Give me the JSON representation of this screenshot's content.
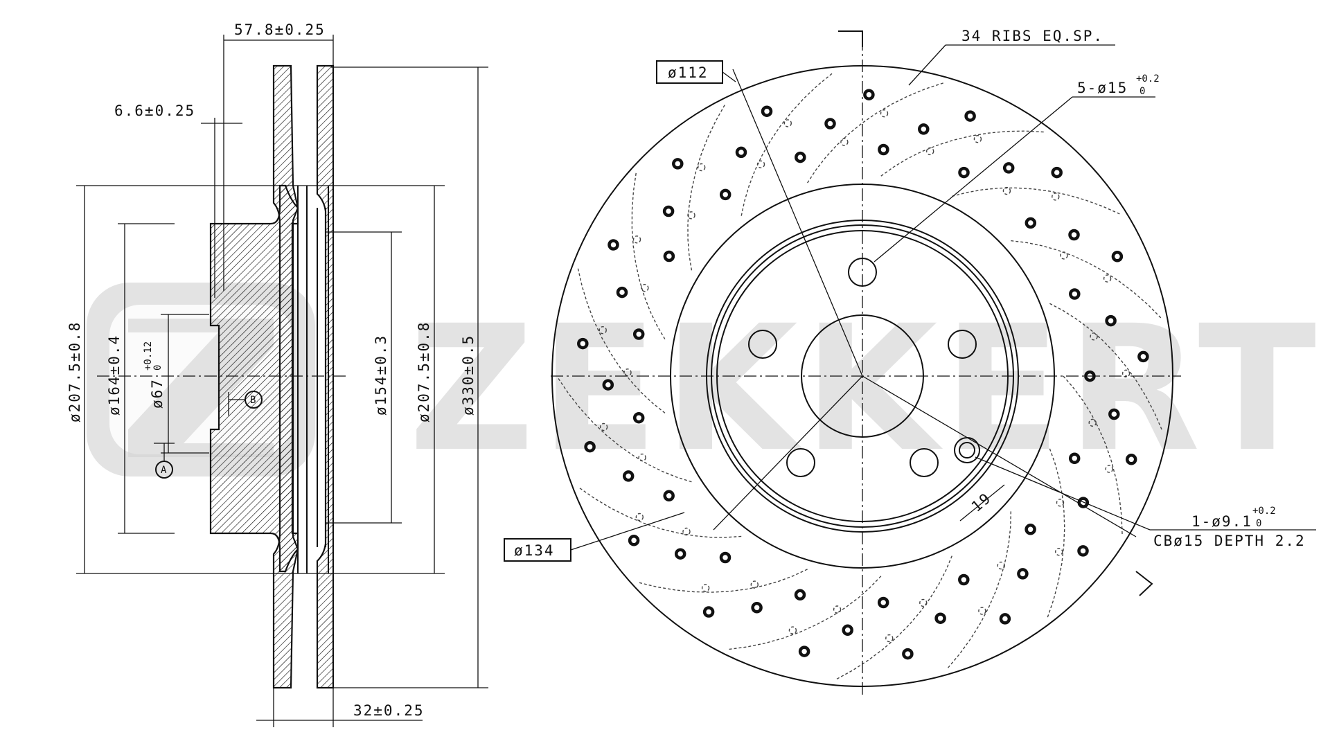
{
  "brand": {
    "watermark_logo_letter": "Z",
    "watermark_text": "ZEKKERT"
  },
  "side_view": {
    "dimensions": {
      "overall_width": "57.8±0.25",
      "hat_thickness": "6.6±0.25",
      "friction_width": "32±0.25",
      "dia_outer_hat_left": "ø207.5±0.8",
      "dia_hat_inner": "ø164±0.4",
      "dia_centre_bore": "ø67",
      "dia_centre_bore_tol": "+0.12",
      "dia_centre_bore_tol_low": "0",
      "dia_inner_ring": "ø154±0.3",
      "dia_outer_hat_right": "ø207.5±0.8",
      "dia_disc": "ø330±0.5"
    },
    "datum_markers": [
      "B",
      "A"
    ]
  },
  "front_view": {
    "annotations": {
      "bolt_circle": "ø112",
      "ribs": "34 RIBS EQ.SP.",
      "bolt_holes": "5-ø15",
      "bolt_holes_tol": "+0.2",
      "bolt_holes_tol_low": "0",
      "locating_hole": "1-ø9.1",
      "locating_hole_tol": "+0.2",
      "locating_hole_tol_low": "0",
      "counterbore": "CBø15 DEPTH 2.2",
      "locating_hole_offset": "19",
      "mounting_circle": "ø134"
    }
  }
}
